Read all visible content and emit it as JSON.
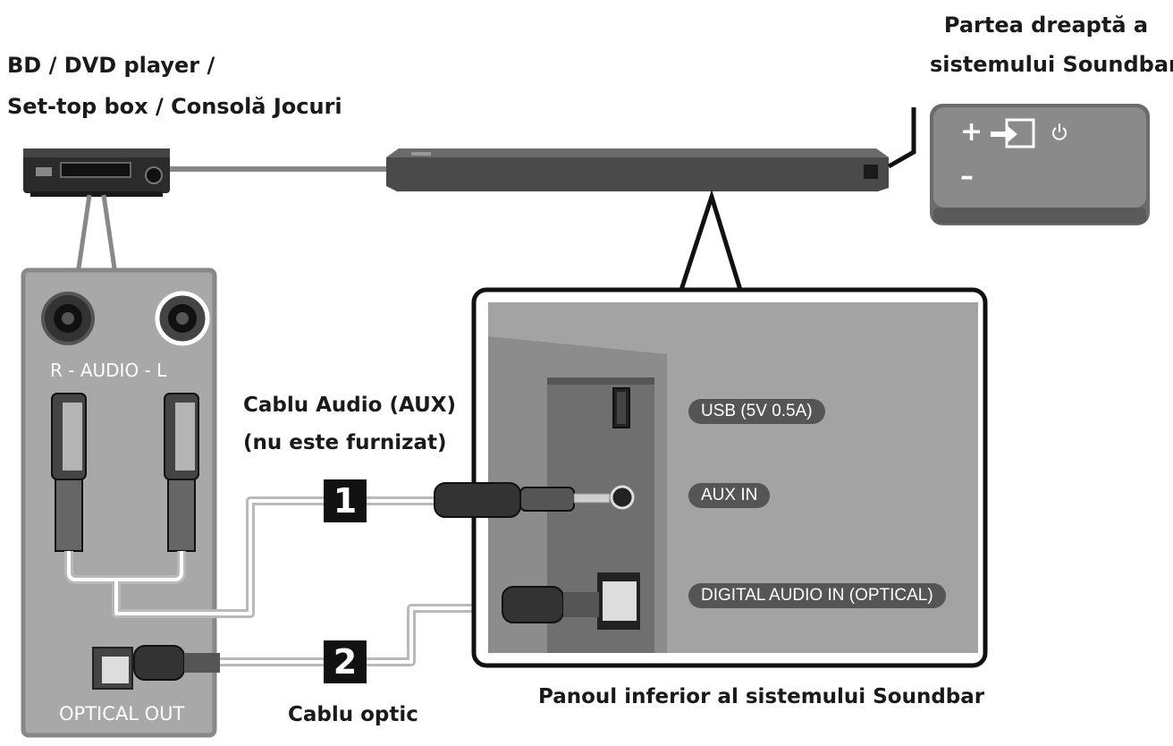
{
  "labels": {
    "source_line1": "BD / DVD player /",
    "source_line2": "Set-top box / Consolă Jocuri",
    "right_side_line1": "Partea dreaptă a",
    "right_side_line2": "sistemului Soundbar",
    "aux_cable_line1": "Cablu Audio (AUX)",
    "aux_cable_line2": "(nu este furnizat)",
    "optical_cable": "Cablu optic",
    "bottom_panel": "Panoul inferior al sistemului Soundbar"
  },
  "source_panel": {
    "audio_label": "R - AUDIO - L",
    "optical_out": "OPTICAL OUT"
  },
  "ports": {
    "usb": "USB (5V 0.5A)",
    "aux_in": "AUX IN",
    "digital_audio_in": "DIGITAL AUDIO IN (OPTICAL)"
  },
  "steps": [
    "1",
    "2"
  ],
  "right_panel_buttons": {
    "plus": "+",
    "minus": "–"
  },
  "colors": {
    "panel_gray": "#a8a8a8",
    "cable_gray": "#b9b9b9",
    "pill_gray": "#555555",
    "outline": "#222222"
  }
}
